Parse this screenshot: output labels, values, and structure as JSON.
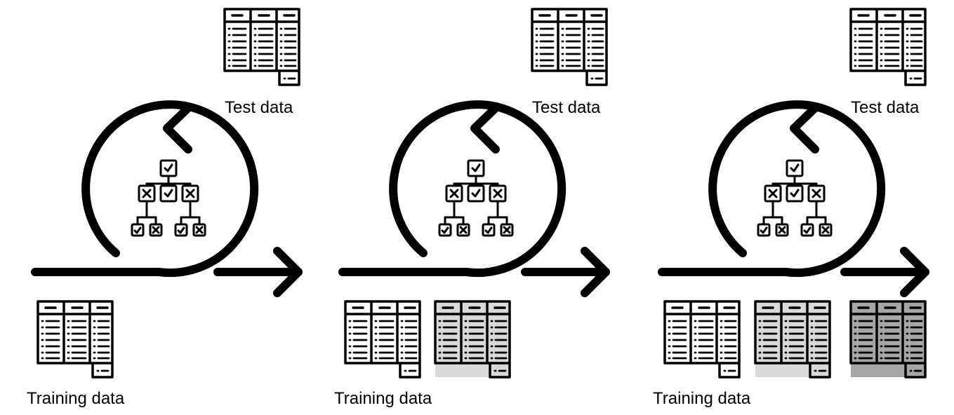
{
  "colors": {
    "stroke": "#000000",
    "background": "#ffffff",
    "fill_light": "#d9d9d9",
    "fill_dark": "#a6a6a6"
  },
  "icons": {
    "table": "data-table-icon",
    "tree": "decision-tree-icon",
    "loop": "loop-arrow-icon",
    "arrow": "right-arrow-icon"
  },
  "panels": [
    {
      "test_label": "Test data",
      "training_label": "Training data",
      "training_tables": [
        "none"
      ]
    },
    {
      "test_label": "Test data",
      "training_label": "Training data",
      "training_tables": [
        "none",
        "light"
      ]
    },
    {
      "test_label": "Test data",
      "training_label": "Training data",
      "training_tables": [
        "none",
        "light",
        "dark"
      ]
    }
  ]
}
